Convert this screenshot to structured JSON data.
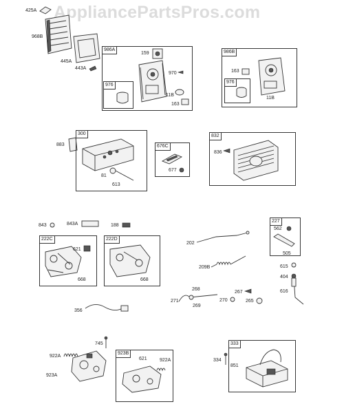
{
  "watermark": "AppliancePartsPros.com",
  "callouts": {
    "c425A": "425A",
    "c968B": "968B",
    "c445A": "445A",
    "c443A": "443A",
    "c159": "159",
    "c970": "970",
    "c11B_a": "11B",
    "c163_a": "163",
    "c163_b": "163",
    "c11B_b": "11B",
    "c883": "883",
    "c81": "81",
    "c613": "613",
    "c677": "677",
    "c836": "836",
    "c843": "843",
    "c843A": "843A",
    "c188": "188",
    "c621_a": "621",
    "c668_a": "668",
    "c668_b": "668",
    "c202": "202",
    "c209B": "209B",
    "c562": "562",
    "c505": "505",
    "c615": "615",
    "c404": "404",
    "c616": "616",
    "c268": "268",
    "c267": "267",
    "c271": "271",
    "c269": "269",
    "c270": "270",
    "c265": "265",
    "c356": "356",
    "c745": "745",
    "c922A_a": "922A",
    "c923A": "923A",
    "c621_b": "621",
    "c922A_b": "922A",
    "c334": "334",
    "c851": "851"
  },
  "boxes": {
    "b986A": "986A",
    "b976_a": "976",
    "b986B": "986B",
    "b976_b": "976",
    "b300": "300",
    "b676C": "676C",
    "b832": "832",
    "b222C": "222C",
    "b222D": "222D",
    "b227": "227",
    "b923B": "923B",
    "b333": "333"
  }
}
